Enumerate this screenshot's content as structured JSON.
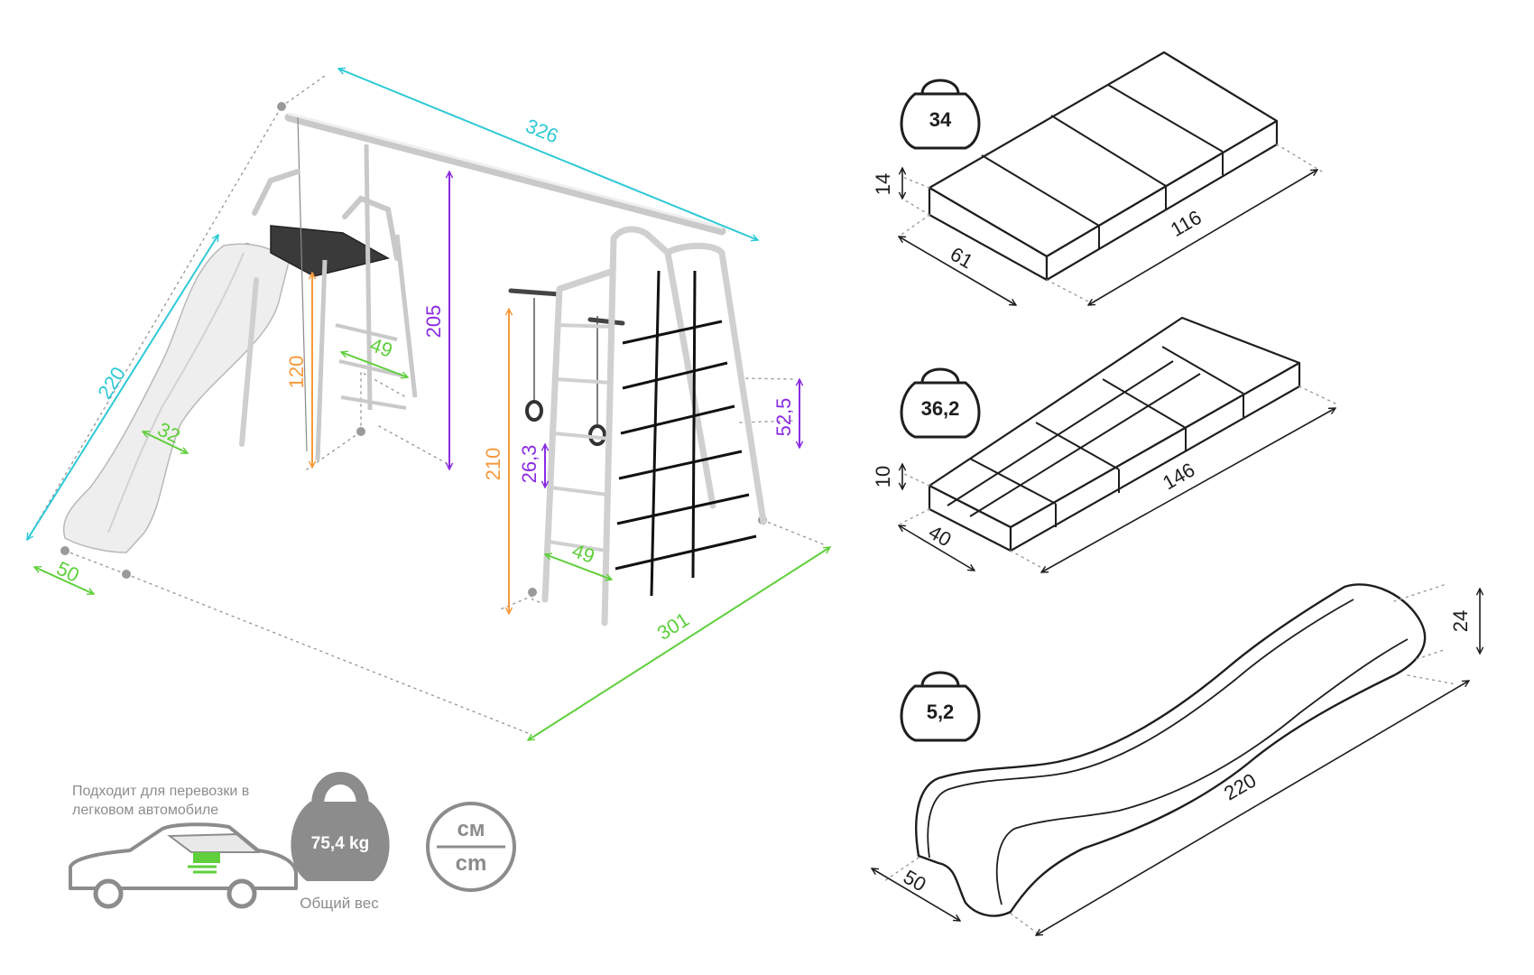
{
  "colors": {
    "cyan": "#2ec9d6",
    "purple": "#8a2be2",
    "orange": "#f59a3c",
    "green": "#5fcf3c",
    "gray": "#9a9a9a",
    "dark": "#1e1e1e"
  },
  "assembled": {
    "top_beam_length": "326",
    "slide_length": "220",
    "slide_width_top": "32",
    "slide_width_bottom": "50",
    "platform_height": "120",
    "beam_height": "205",
    "ladder_step_width": "49",
    "net_height": "210",
    "ring_height": "26,3",
    "side_height": "52,5",
    "ladder_width": "49",
    "base_depth": "301"
  },
  "packages": [
    {
      "weight": "34",
      "height": "14",
      "width": "61",
      "length": "116"
    },
    {
      "weight": "36,2",
      "height": "10",
      "width": "40",
      "length": "146"
    },
    {
      "weight": "5,2",
      "height": "24",
      "width": "50",
      "length": "220"
    }
  ],
  "footer": {
    "car_text": "Подходит для перевозки в легковом автомобиле",
    "total_weight": "75,4 kg",
    "total_weight_label": "Общий вес",
    "unit_top": "см",
    "unit_bottom": "cm",
    "icons": [
      "car-icon",
      "kettlebell-icon",
      "units-icon"
    ]
  }
}
